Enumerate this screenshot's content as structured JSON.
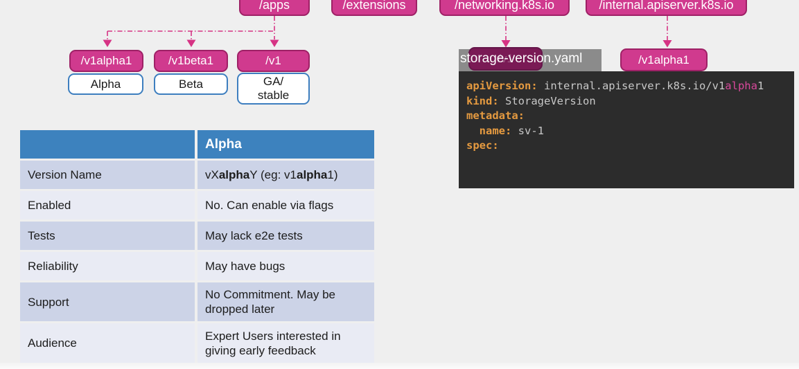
{
  "colors": {
    "badge_pink": "#d03a8e",
    "badge_border": "#9e2166",
    "badge_dark": "#7a1a55",
    "connector_pink": "#d63384",
    "stage_border_blue": "#3d7ebf",
    "table_header_blue": "#3d82be",
    "table_row_dark": "#ccd3e7",
    "table_row_light": "#e9ebf4",
    "code_bg": "#2c2c2c",
    "code_key_orange": "#e59a40",
    "code_value_gray": "#c8c8c8",
    "code_highlight_pink": "#d8489b",
    "tab_gray": "#8b8b8b"
  },
  "api_groups": {
    "apps": "/apps",
    "extensions": "/extensions",
    "networking": "/networking.k8s.io",
    "internal": "/internal.apiserver.k8s.io"
  },
  "apps_versions": {
    "v1alpha1": {
      "badge": "/v1alpha1",
      "stage": "Alpha"
    },
    "v1beta1": {
      "badge": "/v1beta1",
      "stage": "Beta"
    },
    "v1": {
      "badge": "/v1",
      "stage": "GA/\nstable"
    }
  },
  "right_versions": {
    "networking_badge": "/v1",
    "internal_badge": "/v1alpha1"
  },
  "yaml_panel": {
    "tab_label": "storage-version.yaml",
    "lines": [
      {
        "key": "apiVersion:",
        "value": " internal.apiserver.k8s.io/v1",
        "highlight": "alpha",
        "tail": "1"
      },
      {
        "key": "kind:",
        "value": " StorageVersion"
      },
      {
        "key": "metadata:",
        "value": ""
      },
      {
        "key": "  name:",
        "value": " sv-1"
      },
      {
        "key": "spec:",
        "value": ""
      }
    ]
  },
  "table": {
    "header": {
      "col1": "",
      "col2": "Alpha"
    },
    "rows": [
      {
        "label": "Version Name",
        "value_parts": {
          "p1": "vX",
          "b1": "alpha",
          "p2": "Y (eg: v1",
          "b2": "alpha",
          "p3": "1)"
        }
      },
      {
        "label": "Enabled",
        "value": "No. Can enable via flags"
      },
      {
        "label": "Tests",
        "value": "May lack e2e tests"
      },
      {
        "label": "Reliability",
        "value": "May have bugs"
      },
      {
        "label": "Support",
        "value": "No Commitment. May be dropped later"
      },
      {
        "label": "Audience",
        "value": "Expert Users interested in giving early feedback"
      }
    ]
  }
}
